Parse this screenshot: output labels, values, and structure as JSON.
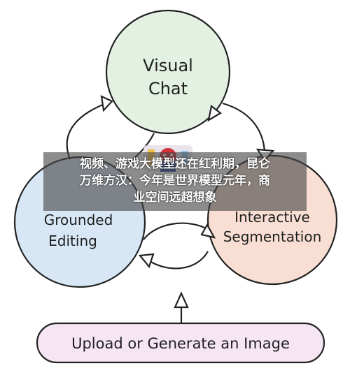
{
  "nodes": {
    "visual_chat": {
      "line1": "Visual",
      "line2": "Chat",
      "color": "#e3f1e3"
    },
    "grounded_editing": {
      "line1": "Grounded",
      "line2": "Editing",
      "color": "#d8e7f6"
    },
    "interactive_segmentation": {
      "line1": "Interactive",
      "line2": "Segmentation",
      "color": "#f9dfd3"
    },
    "upload": {
      "label": "Upload or Generate an Image",
      "color": "#f6e6f4"
    }
  },
  "overlay": {
    "line1": "视频、游戏大模型还在红利期，昆仑",
    "line2": "万维方汉：今年是世界模型元年，商",
    "line3": "业空间远超想象"
  }
}
